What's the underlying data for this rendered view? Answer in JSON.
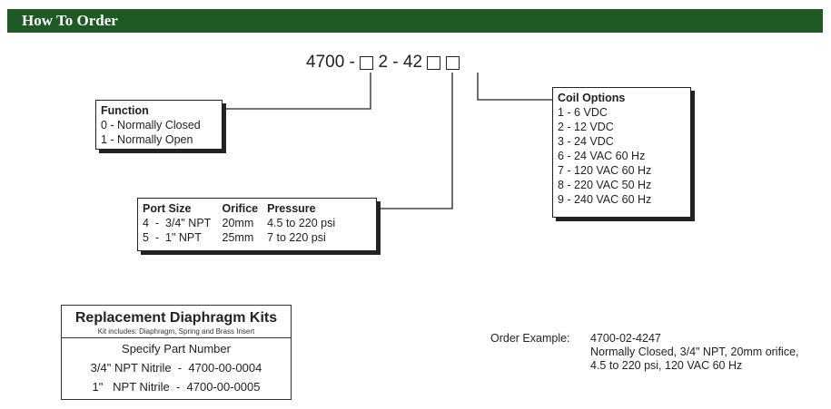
{
  "header": {
    "title": "How To Order"
  },
  "code": {
    "prefix": "4700 -",
    "middle": "2 - 42"
  },
  "function_box": {
    "title": "Function",
    "options": [
      "0 - Normally Closed",
      "1 - Normally Open"
    ]
  },
  "port_box": {
    "headers": [
      "Port Size",
      "Orifice",
      "Pressure"
    ],
    "rows": [
      [
        "4  -  3/4\" NPT",
        "20mm",
        "4.5 to 220 psi"
      ],
      [
        "5  -  1\" NPT",
        "25mm",
        "7 to 220 psi"
      ]
    ]
  },
  "coil_box": {
    "title": "Coil Options",
    "options": [
      "1 - 6 VDC",
      "2 - 12 VDC",
      "3 - 24 VDC",
      "6 - 24 VAC 60 Hz",
      "7 - 120 VAC 60 Hz",
      "8 - 220 VAC 50 Hz",
      "9 - 240 VAC 60 Hz"
    ]
  },
  "kits": {
    "title": "Replacement Diaphragm Kits",
    "subtitle": "Kit includes: Diaphragm, Spring and Brass Insert",
    "specify": "Specify Part Number",
    "rows": [
      "3/4\" NPT Nitrile  -  4700-00-0004",
      "1\"   NPT Nitrile  -  4700-00-0005"
    ]
  },
  "order_example": {
    "label": "Order Example:",
    "lines": [
      "4700-02-4247",
      "Normally Closed, 3/4\" NPT, 20mm orifice,",
      "4.5 to 220 psi, 120 VAC 60 Hz"
    ]
  },
  "colors": {
    "header_bg": "#1f5a25",
    "header_text": "#ffffff"
  }
}
